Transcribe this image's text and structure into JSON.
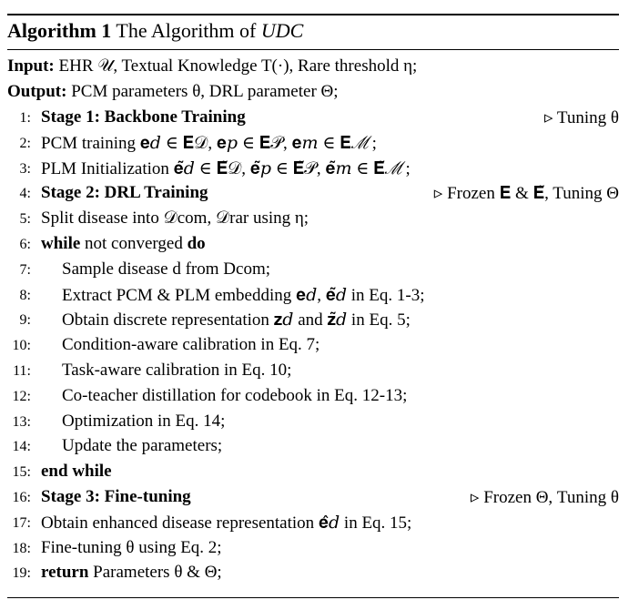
{
  "algorithm": {
    "label": "Algorithm 1",
    "title_prefix": "The Algorithm of ",
    "title_name": "UDC"
  },
  "input": {
    "label": "Input:",
    "text": "EHR 𝒰, Textual Knowledge T(·), Rare threshold η;"
  },
  "output": {
    "label": "Output:",
    "text": "PCM parameters θ, DRL parameter Θ;"
  },
  "lines": [
    {
      "num": "1:",
      "lead": "Stage 1: Backbone Training",
      "text": "",
      "comment": "▹ Tuning θ"
    },
    {
      "num": "2:",
      "lead": "",
      "text": "PCM training 𝐞𝑑 ∈ 𝐄𝒟, 𝐞𝑝 ∈ 𝐄𝒫, 𝐞𝑚 ∈ 𝐄ℳ;",
      "comment": ""
    },
    {
      "num": "3:",
      "lead": "",
      "text": "PLM Initialization 𝐞̃𝑑 ∈ 𝐄̃𝒟, 𝐞̃𝑝 ∈ 𝐄̃𝒫, 𝐞̃𝑚 ∈ 𝐄̃ℳ;",
      "comment": ""
    },
    {
      "num": "4:",
      "lead": "Stage 2: DRL Training",
      "text": "",
      "comment": "▹ Frozen 𝐄 & 𝐄̃, Tuning Θ"
    },
    {
      "num": "5:",
      "lead": "",
      "text": "Split disease into 𝒟com, 𝒟rar using η;",
      "comment": ""
    },
    {
      "num": "6:",
      "lead": "while",
      "text": " not converged ",
      "trail": "do",
      "comment": ""
    },
    {
      "num": "7:",
      "lead": "",
      "text": "Sample disease d from Dcom;",
      "comment": ""
    },
    {
      "num": "8:",
      "lead": "",
      "text": "Extract PCM & PLM embedding 𝐞𝑑, 𝐞̃𝑑 in Eq. 1-3;",
      "comment": ""
    },
    {
      "num": "9:",
      "lead": "",
      "text": "Obtain discrete representation 𝐳𝑑 and 𝐳̃𝑑 in Eq. 5;",
      "comment": ""
    },
    {
      "num": "10:",
      "lead": "",
      "text": "Condition-aware calibration in Eq. 7;",
      "comment": ""
    },
    {
      "num": "11:",
      "lead": "",
      "text": "Task-aware calibration in Eq. 10;",
      "comment": ""
    },
    {
      "num": "12:",
      "lead": "",
      "text": "Co-teacher distillation for codebook in Eq. 12-13;",
      "comment": ""
    },
    {
      "num": "13:",
      "lead": "",
      "text": "Optimization in Eq. 14;",
      "comment": ""
    },
    {
      "num": "14:",
      "lead": "",
      "text": "Update the parameters;",
      "comment": ""
    },
    {
      "num": "15:",
      "lead": "end while",
      "text": "",
      "comment": ""
    },
    {
      "num": "16:",
      "lead": "Stage 3: Fine-tuning",
      "text": "",
      "comment": "▹ Frozen Θ, Tuning θ"
    },
    {
      "num": "17:",
      "lead": "",
      "text": "Obtain enhanced disease representation 𝐞̂𝑑 in Eq. 15;",
      "comment": ""
    },
    {
      "num": "18:",
      "lead": "",
      "text": "Fine-tuning θ using Eq. 2;",
      "comment": ""
    },
    {
      "num": "19:",
      "lead": "return",
      "text": " Parameters θ & Θ;",
      "comment": ""
    }
  ]
}
